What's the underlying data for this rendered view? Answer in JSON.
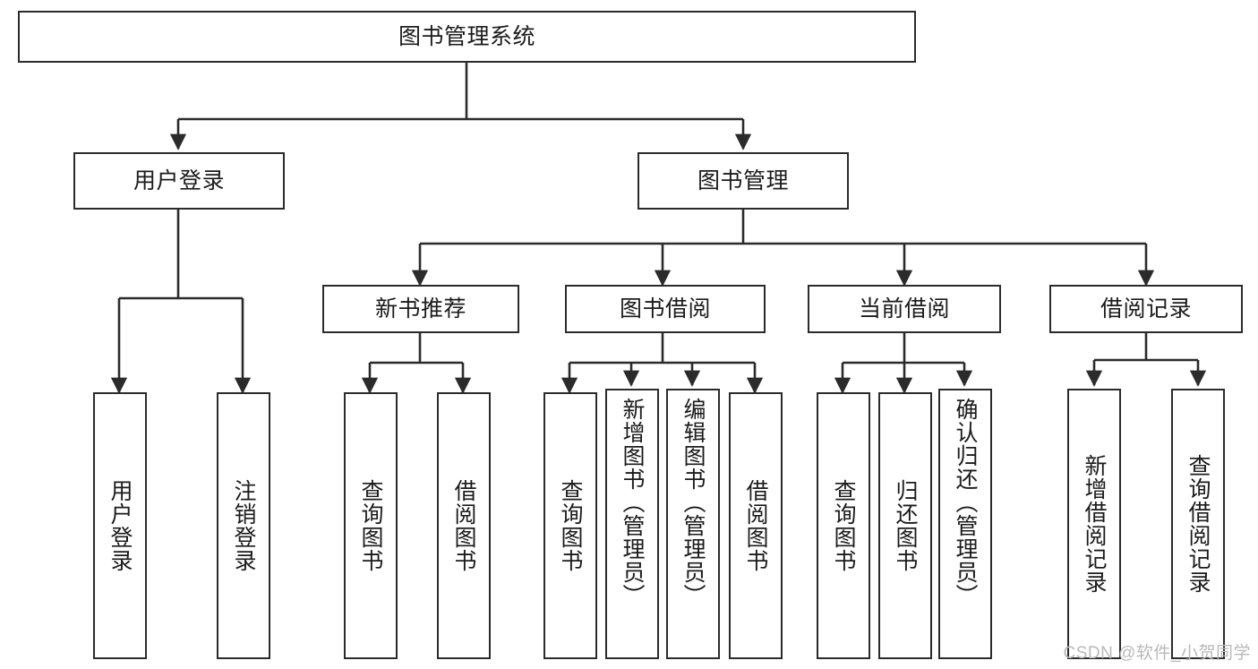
{
  "diagram": {
    "title": "图书管理系统",
    "watermark": "CSDN @软件_小贺同学",
    "line_color": "#2b2b2b",
    "box_fill": "#ffffff",
    "background": "#ffffff",
    "nodes": {
      "root": {
        "label": "图书管理系统"
      },
      "level2": [
        {
          "label": "用户登录"
        },
        {
          "label": "图书管理"
        }
      ],
      "level3": [
        {
          "label": "新书推荐"
        },
        {
          "label": "图书借阅"
        },
        {
          "label": "当前借阅"
        },
        {
          "label": "借阅记录"
        }
      ],
      "leaves": {
        "user_login": [
          {
            "label": "用户登录"
          },
          {
            "label": "注销登录"
          }
        ],
        "new_book_recommend": [
          {
            "label": "查询图书"
          },
          {
            "label": "借阅图书"
          }
        ],
        "book_borrow": [
          {
            "label": "查询图书"
          },
          {
            "label": "新增图书（管理员）"
          },
          {
            "label": "编辑图书（管理员）"
          },
          {
            "label": "借阅图书"
          }
        ],
        "current_borrow": [
          {
            "label": "查询图书"
          },
          {
            "label": "归还图书"
          },
          {
            "label": "确认归还（管理员）"
          }
        ],
        "borrow_records": [
          {
            "label": "新增借阅记录"
          },
          {
            "label": "查询借阅记录"
          }
        ]
      }
    }
  }
}
